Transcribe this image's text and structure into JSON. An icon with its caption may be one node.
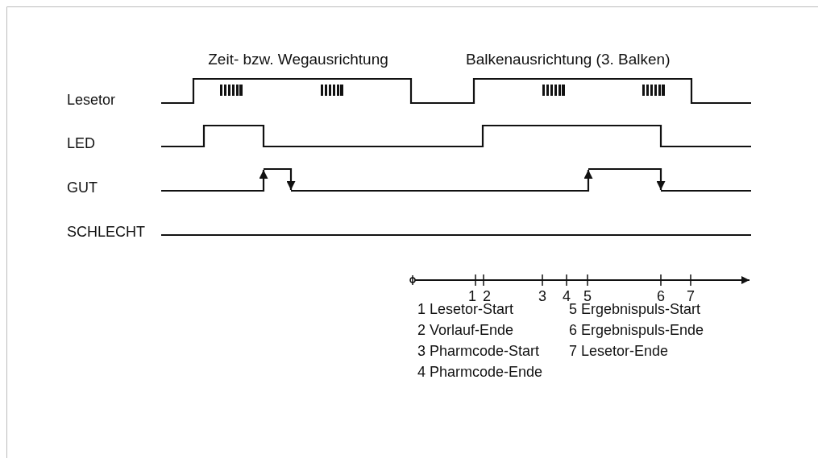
{
  "diagram": {
    "labels": [
      "Zeit- bzw. Wegausrichtung",
      "Balkenausrichtung (3. Balken)",
      "Lesetor",
      "LED",
      "GUT",
      "SCHLECHT",
      "1",
      "2",
      "3",
      "4",
      "5",
      "6",
      "7",
      "1 Lesetor-Start",
      "2 Vorlauf-Ende",
      "3 Pharmcode-Start",
      "4 Pharmcode-Ende",
      "5 Ergebnispuls-Start",
      "6 Ergebnispuls-Ende",
      "7 Lesetor-Ende"
    ]
  }
}
